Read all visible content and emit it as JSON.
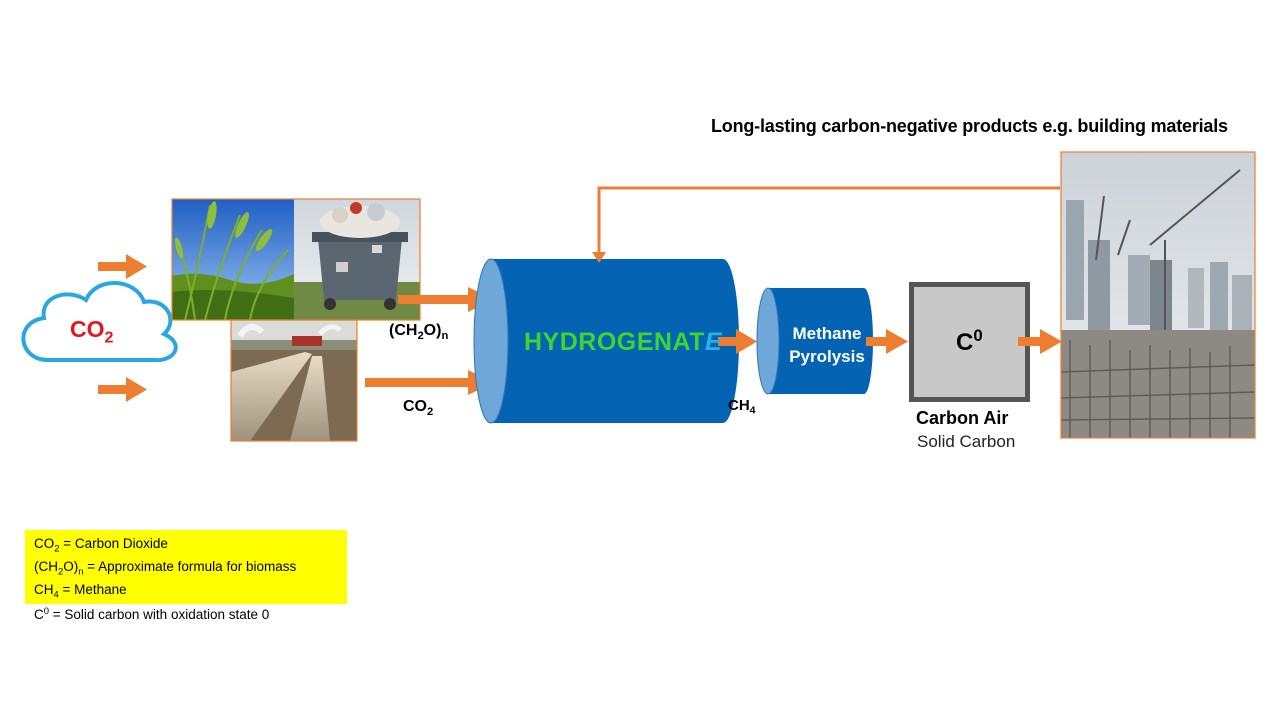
{
  "headline": "Long-lasting carbon-negative products e.g. building materials",
  "cloud": {
    "label_main": "CO",
    "label_sub": "2"
  },
  "inputs": {
    "biomass_label": {
      "main": "(CH",
      "sub1": "2",
      "mid": "O)",
      "sub2": "n"
    },
    "co2_label": {
      "main": "CO",
      "sub": "2"
    }
  },
  "hydrogenate": {
    "title_main": "HYDROGENAT",
    "title_last": "E"
  },
  "methane_output": {
    "main": "CH",
    "sub": "4"
  },
  "pyrolysis": {
    "line1": "Methane",
    "line2": "Pyrolysis"
  },
  "carbon_box": {
    "symbol": "C",
    "superscript": "0"
  },
  "carbon_air": {
    "title": "Carbon Air",
    "subtitle": "Solid Carbon"
  },
  "legend": [
    {
      "pre": "CO",
      "sub": "2",
      "text": " = Carbon Dioxide"
    },
    {
      "pre": "(CH",
      "sub": "2",
      "mid": "O)",
      "sub2": "n",
      "text": " = Approximate formula for biomass"
    },
    {
      "pre": "CH",
      "sub": "4",
      "text": " = Methane"
    },
    {
      "pre": "C",
      "sup": "0",
      "text": " = Solid carbon with oxidation state 0"
    }
  ],
  "colors": {
    "arrow": "#ed7d31",
    "cylinder_body": "#0563b4",
    "cylinder_cap": "#6fa8d8",
    "cloud_stroke": "#29a7e0",
    "co2_text": "#e8141c",
    "hydrogenate_green": "#3dd62e",
    "hydrogenate_blue": "#29b2e8",
    "carbon_box_fill": "#c8c8c8",
    "carbon_box_border": "#555555",
    "legend_bg": "#ffff00"
  },
  "photos": [
    "wheat-field-photo",
    "trash-bin-photo",
    "pipeline-photo",
    "construction-site-photo"
  ]
}
